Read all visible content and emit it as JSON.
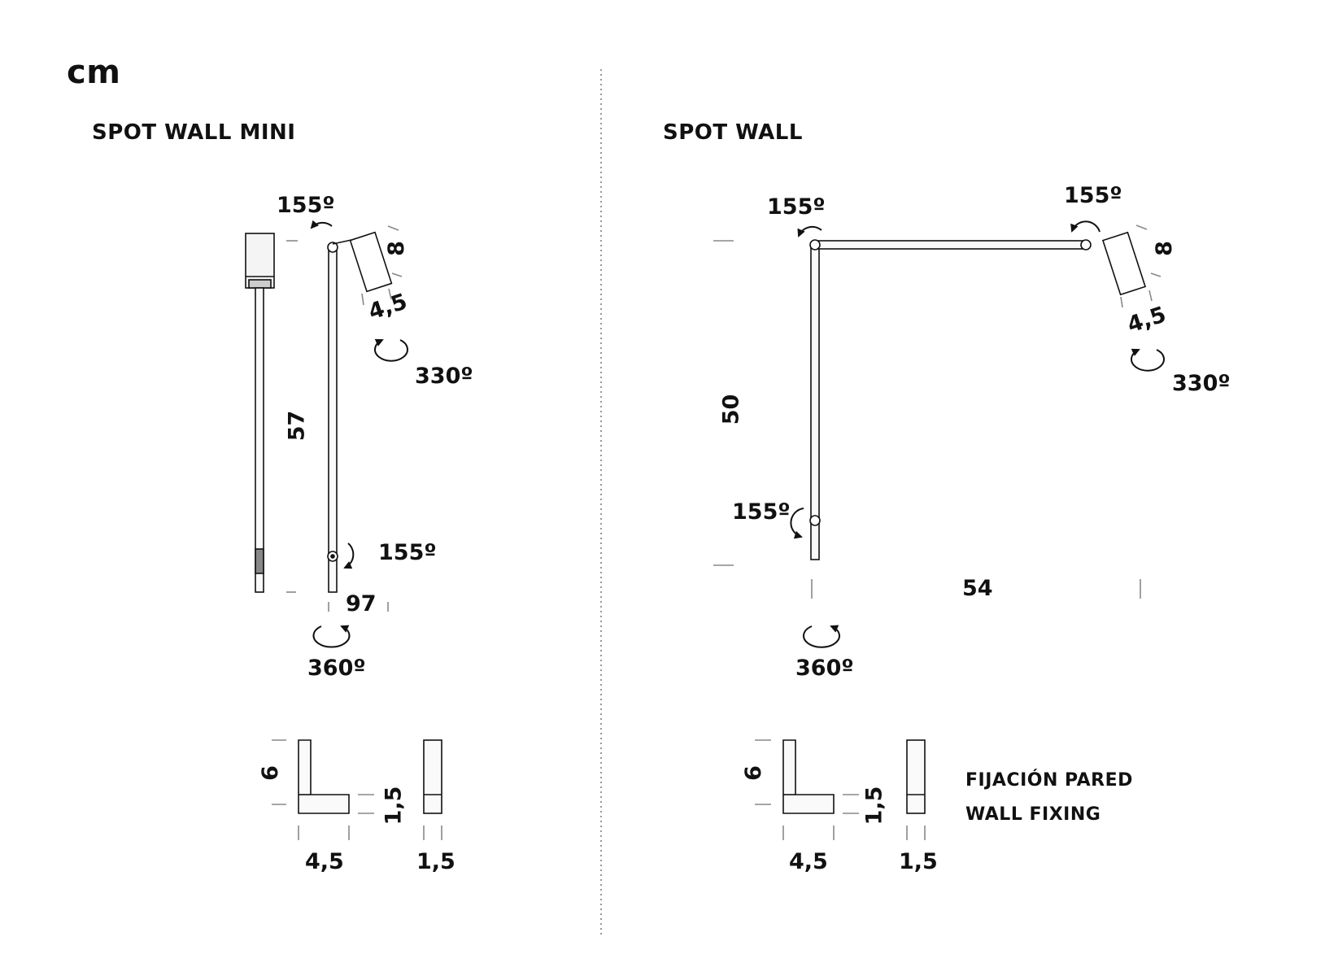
{
  "unit": "cm",
  "products": [
    {
      "title": "SPOT WALL MINI",
      "dimensions": {
        "head_length": "8",
        "head_width": "4,5",
        "height": "57",
        "projection": "97",
        "top_joint_angle": "155º",
        "bottom_joint_angle": "155º",
        "head_rotation": "330º",
        "base_rotation": "360º"
      },
      "fixing": {
        "height": "6",
        "depth": "4,5",
        "thickness": "1,5",
        "side_width": "1,5"
      }
    },
    {
      "title": "SPOT WALL",
      "dimensions": {
        "head_length": "8",
        "head_width": "4,5",
        "height": "50",
        "projection": "54",
        "top_joint_angle": "155º",
        "arm_joint_angle": "155º",
        "bottom_joint_angle": "155º",
        "head_rotation": "330º",
        "base_rotation": "360º"
      },
      "fixing": {
        "height": "6",
        "depth": "4,5",
        "thickness": "1,5",
        "side_width": "1,5"
      }
    }
  ],
  "fixing_label": {
    "es": "FIJACIÓN PARED",
    "en": "WALL FIXING"
  },
  "colors": {
    "line": "#111111",
    "guide": "#888888",
    "divider": "#777777"
  }
}
